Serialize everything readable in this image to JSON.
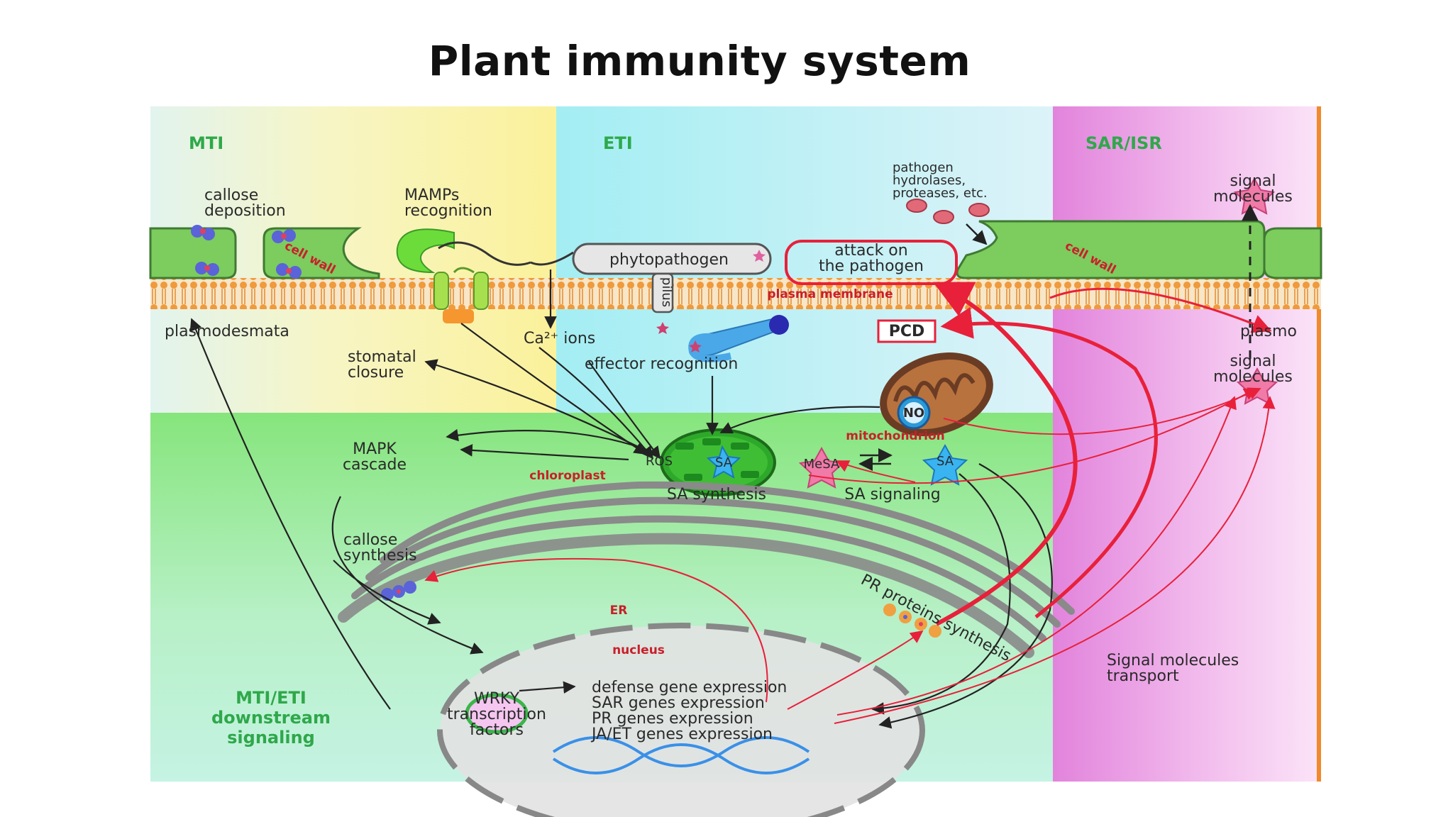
{
  "title": "Plant immunity system",
  "zones": {
    "mti": "MTI",
    "eti": "ETI",
    "sar_isr": "SAR/ISR",
    "downstream": [
      "MTI/ETI",
      "downstream",
      "signaling"
    ]
  },
  "labels": {
    "callose_deposition": [
      "callose",
      "deposition"
    ],
    "mamps_recognition": [
      "MAMPs",
      "recognition"
    ],
    "pathogen_hydrolases": [
      "pathogen",
      "hydrolases,",
      "proteases, etc."
    ],
    "signal_molecules_top": [
      "signal",
      "molecules"
    ],
    "cell_wall_left": "cell wall",
    "cell_wall_right": "cell wall",
    "phytopathogen": "phytopathogen",
    "attack_on_pathogen": [
      "attack on",
      "the pathogen"
    ],
    "pilus": "pilus",
    "plasma_membrane": "plasma membrane",
    "plasmodesmata": "plasmodesmata",
    "plasmo": "plasmo",
    "ca_ions": "Ca²⁺ ions",
    "pcd": "PCD",
    "stomatal_closure": [
      "stomatal",
      "closure"
    ],
    "effector_recognition": "effector recognition",
    "signal_molecules_mid": [
      "signal",
      "molecules"
    ],
    "no": "NO",
    "mitochondrion": "mitochondrion",
    "mapk_cascade": [
      "MAPK",
      "cascade"
    ],
    "ros": "ROS",
    "sa": "SA",
    "mesa": "MeSA",
    "chloroplast": "chloroplast",
    "sa_synthesis": "SA synthesis",
    "sa_signaling": "SA signaling",
    "callose_synthesis": [
      "callose",
      "synthesis"
    ],
    "pr_proteins_synthesis": "PR proteins synthesis",
    "er": "ER",
    "nucleus": "nucleus",
    "signal_transport": [
      "Signal molecules",
      "transport"
    ],
    "wrky": [
      "WRKY",
      "transcription",
      "factors"
    ],
    "gene_expression": [
      "defense gene expression",
      "SAR genes expression",
      "PR genes expression",
      "JA/ET genes expression"
    ]
  },
  "colors": {
    "mti_bg": "#fbf3a8",
    "eti_bg": "#a8ecf2",
    "sar_bg": "#e98ee0",
    "cyto_bg": "#8fe888",
    "zone_text": "#2fa84a",
    "red": "#e8203a"
  }
}
